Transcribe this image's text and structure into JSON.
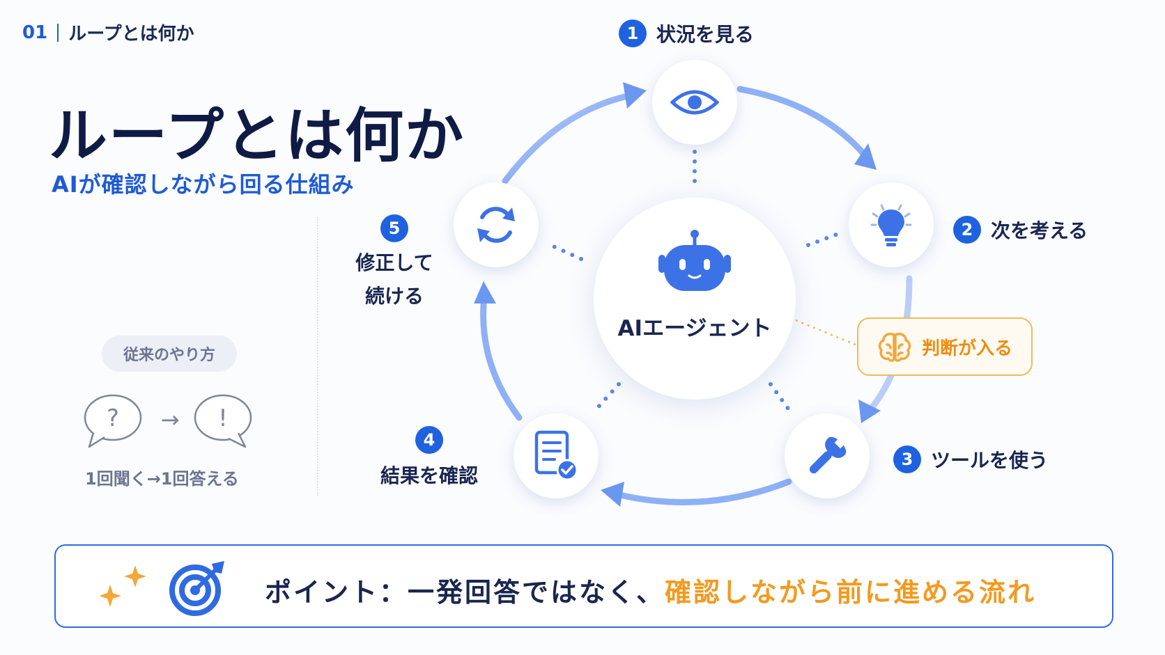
{
  "header": {
    "number": "01",
    "title": "ループとは何か"
  },
  "title": "ループとは何か",
  "subtitle": "AIが確認しながら回る仕組み",
  "traditional": {
    "label": "従来のやり方",
    "question_mark": "?",
    "arrow": "→",
    "exclamation_mark": "!",
    "caption": "1回聞く→1回答える"
  },
  "center": {
    "label": "AIエージェント",
    "icon": "robot-icon"
  },
  "steps": [
    {
      "number": "1",
      "label": "状況を見る",
      "icon": "eye-icon"
    },
    {
      "number": "2",
      "label": "次を考える",
      "icon": "lightbulb-icon"
    },
    {
      "number": "3",
      "label": "ツールを使う",
      "icon": "wrench-icon"
    },
    {
      "number": "4",
      "label": "結果を確認",
      "icon": "document-check-icon"
    },
    {
      "number": "5",
      "label_line1": "修正して",
      "label_line2": "続ける",
      "icon": "refresh-icon"
    }
  ],
  "judgment": {
    "label": "判断が入る",
    "icon": "brain-icon"
  },
  "point": {
    "prefix": "ポイント：一発回答ではなく、",
    "highlight": "確認しながら前に進める流れ",
    "icon": "target-icon"
  },
  "colors": {
    "primary": "#1f62e0",
    "accent": "#f39a1f",
    "dark": "#15224a",
    "muted": "#6b7590"
  }
}
